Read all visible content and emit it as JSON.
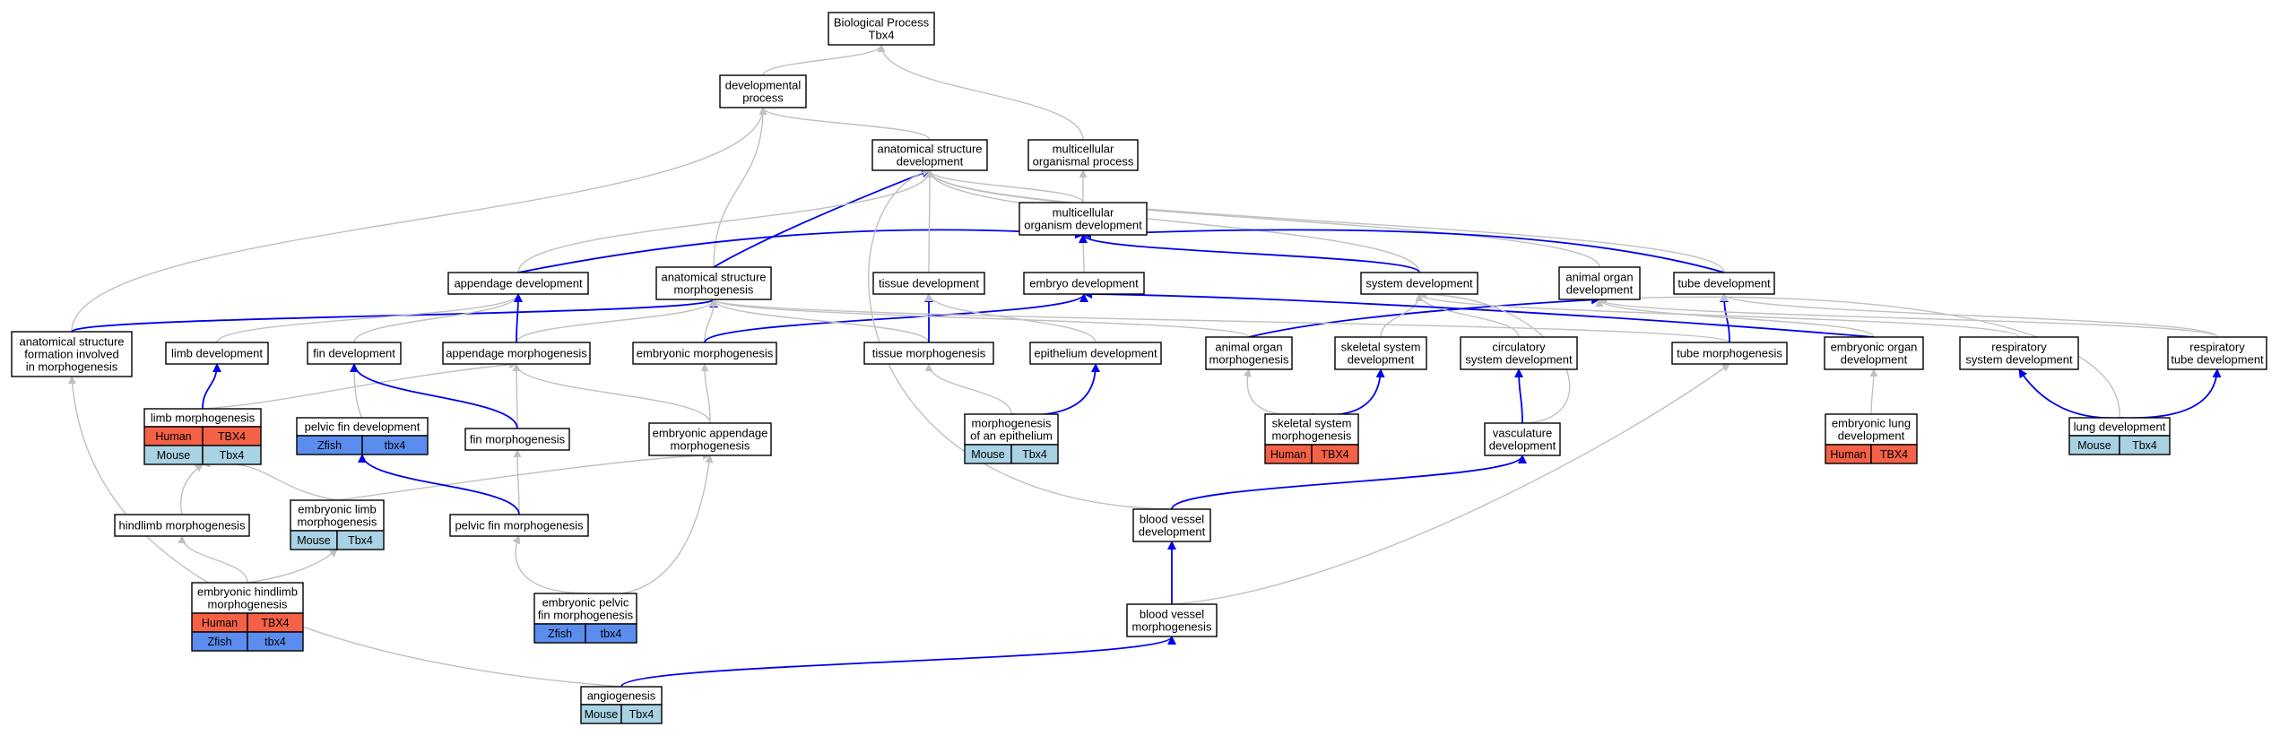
{
  "colors": {
    "box_stroke": "#000000",
    "is_a_edge": "#c0c0c0",
    "part_of_edge": "#0000ee",
    "human": "#f46146",
    "mouse": "#a9d3e4",
    "zfish": "#5b8def"
  },
  "nodes": [
    {
      "id": "bp",
      "lines": [
        "Biological Process",
        "Tbx4"
      ]
    },
    {
      "id": "dev_proc",
      "lines": [
        "developmental",
        "process"
      ]
    },
    {
      "id": "asd",
      "lines": [
        "anatomical structure",
        "development"
      ]
    },
    {
      "id": "mop",
      "lines": [
        "multicellular",
        "organismal process"
      ]
    },
    {
      "id": "mod",
      "lines": [
        "multicellular",
        "organism development"
      ]
    },
    {
      "id": "app_dev",
      "lines": [
        "appendage development"
      ]
    },
    {
      "id": "asm",
      "lines": [
        "anatomical structure",
        "morphogenesis"
      ]
    },
    {
      "id": "tis_dev",
      "lines": [
        "tissue development"
      ]
    },
    {
      "id": "emb_dev",
      "lines": [
        "embryo development"
      ]
    },
    {
      "id": "sys_dev",
      "lines": [
        "system development"
      ]
    },
    {
      "id": "ao_dev",
      "lines": [
        "animal organ",
        "development"
      ]
    },
    {
      "id": "tube_dev",
      "lines": [
        "tube development"
      ]
    },
    {
      "id": "asf",
      "lines": [
        "anatomical structure",
        "formation involved",
        "in morphogenesis"
      ]
    },
    {
      "id": "limb_dev",
      "lines": [
        "limb development"
      ]
    },
    {
      "id": "fin_dev",
      "lines": [
        "fin development"
      ]
    },
    {
      "id": "app_morph",
      "lines": [
        "appendage morphogenesis"
      ]
    },
    {
      "id": "emb_morph",
      "lines": [
        "embryonic morphogenesis"
      ]
    },
    {
      "id": "tis_morph",
      "lines": [
        "tissue morphogenesis"
      ]
    },
    {
      "id": "epi_dev",
      "lines": [
        "epithelium development"
      ]
    },
    {
      "id": "ao_morph",
      "lines": [
        "animal organ",
        "morphogenesis"
      ]
    },
    {
      "id": "skel_dev",
      "lines": [
        "skeletal system",
        "development"
      ]
    },
    {
      "id": "circ_dev",
      "lines": [
        "circulatory",
        "system development"
      ]
    },
    {
      "id": "tube_morph",
      "lines": [
        "tube morphogenesis"
      ]
    },
    {
      "id": "eo_dev",
      "lines": [
        "embryonic organ",
        "development"
      ]
    },
    {
      "id": "resp_sys",
      "lines": [
        "respiratory",
        "system development"
      ]
    },
    {
      "id": "resp_tube",
      "lines": [
        "respiratory",
        "tube development"
      ]
    },
    {
      "id": "limb_morph",
      "lines": [
        "limb morphogenesis"
      ],
      "genes": [
        [
          "Human",
          "TBX4"
        ],
        [
          "Mouse",
          "Tbx4"
        ]
      ]
    },
    {
      "id": "pfin_dev",
      "lines": [
        "pelvic fin development"
      ],
      "genes": [
        [
          "Zfish",
          "tbx4"
        ]
      ]
    },
    {
      "id": "fin_morph",
      "lines": [
        "fin morphogenesis"
      ]
    },
    {
      "id": "eapp_morph",
      "lines": [
        "embryonic appendage",
        "morphogenesis"
      ]
    },
    {
      "id": "epi_morph",
      "lines": [
        "morphogenesis",
        "of an epithelium"
      ],
      "genes": [
        [
          "Mouse",
          "Tbx4"
        ]
      ]
    },
    {
      "id": "skel_morph",
      "lines": [
        "skeletal system",
        "morphogenesis"
      ],
      "genes": [
        [
          "Human",
          "TBX4"
        ]
      ]
    },
    {
      "id": "vasc_dev",
      "lines": [
        "vasculature",
        "development"
      ]
    },
    {
      "id": "elung_dev",
      "lines": [
        "embryonic lung",
        "development"
      ],
      "genes": [
        [
          "Human",
          "TBX4"
        ]
      ]
    },
    {
      "id": "lung_dev",
      "lines": [
        "lung development"
      ],
      "genes": [
        [
          "Mouse",
          "Tbx4"
        ]
      ]
    },
    {
      "id": "hl_morph",
      "lines": [
        "hindlimb morphogenesis"
      ]
    },
    {
      "id": "elimb_morph",
      "lines": [
        "embryonic limb",
        "morphogenesis"
      ],
      "genes": [
        [
          "Mouse",
          "Tbx4"
        ]
      ]
    },
    {
      "id": "pfin_morph",
      "lines": [
        "pelvic fin morphogenesis"
      ]
    },
    {
      "id": "bv_dev",
      "lines": [
        "blood vessel",
        "development"
      ]
    },
    {
      "id": "ehl_morph",
      "lines": [
        "embryonic hindlimb",
        "morphogenesis"
      ],
      "genes": [
        [
          "Human",
          "TBX4"
        ],
        [
          "Zfish",
          "tbx4"
        ]
      ]
    },
    {
      "id": "epfin_morph",
      "lines": [
        "embryonic pelvic",
        "fin morphogenesis"
      ],
      "genes": [
        [
          "Zfish",
          "tbx4"
        ]
      ]
    },
    {
      "id": "bv_morph",
      "lines": [
        "blood vessel",
        "morphogenesis"
      ]
    },
    {
      "id": "angio",
      "lines": [
        "angiogenesis"
      ],
      "genes": [
        [
          "Mouse",
          "Tbx4"
        ]
      ]
    }
  ],
  "edges": [
    {
      "from": "dev_proc",
      "to": "bp",
      "type": "is_a"
    },
    {
      "from": "mop",
      "to": "bp",
      "type": "is_a"
    },
    {
      "from": "asd",
      "to": "dev_proc",
      "type": "is_a"
    },
    {
      "from": "mod",
      "to": "mop",
      "type": "is_a"
    },
    {
      "from": "mod",
      "to": "asd",
      "type": "is_a"
    },
    {
      "from": "asm",
      "to": "dev_proc",
      "type": "is_a"
    },
    {
      "from": "asm",
      "to": "asd",
      "type": "part_of"
    },
    {
      "from": "asf",
      "to": "dev_proc",
      "type": "is_a"
    },
    {
      "from": "asf",
      "to": "asm",
      "type": "part_of"
    },
    {
      "from": "app_dev",
      "to": "asd",
      "type": "is_a"
    },
    {
      "from": "app_dev",
      "to": "mod",
      "type": "part_of"
    },
    {
      "from": "tis_dev",
      "to": "asd",
      "type": "is_a"
    },
    {
      "from": "emb_dev",
      "to": "mod",
      "type": "is_a"
    },
    {
      "from": "sys_dev",
      "to": "asd",
      "type": "is_a"
    },
    {
      "from": "sys_dev",
      "to": "mod",
      "type": "part_of"
    },
    {
      "from": "ao_dev",
      "to": "asd",
      "type": "is_a"
    },
    {
      "from": "tube_dev",
      "to": "asd",
      "type": "is_a"
    },
    {
      "from": "tube_dev",
      "to": "mod",
      "type": "part_of"
    },
    {
      "from": "limb_dev",
      "to": "app_dev",
      "type": "is_a"
    },
    {
      "from": "fin_dev",
      "to": "app_dev",
      "type": "is_a"
    },
    {
      "from": "app_morph",
      "to": "asm",
      "type": "is_a"
    },
    {
      "from": "app_morph",
      "to": "app_dev",
      "type": "part_of"
    },
    {
      "from": "emb_morph",
      "to": "asm",
      "type": "is_a"
    },
    {
      "from": "emb_morph",
      "to": "emb_dev",
      "type": "part_of"
    },
    {
      "from": "tis_morph",
      "to": "asm",
      "type": "is_a"
    },
    {
      "from": "tis_morph",
      "to": "tis_dev",
      "type": "part_of"
    },
    {
      "from": "epi_dev",
      "to": "tis_dev",
      "type": "is_a"
    },
    {
      "from": "ao_morph",
      "to": "asm",
      "type": "is_a"
    },
    {
      "from": "ao_morph",
      "to": "ao_dev",
      "type": "part_of"
    },
    {
      "from": "skel_dev",
      "to": "sys_dev",
      "type": "is_a"
    },
    {
      "from": "circ_dev",
      "to": "sys_dev",
      "type": "is_a"
    },
    {
      "from": "tube_morph",
      "to": "asm",
      "type": "is_a"
    },
    {
      "from": "tube_morph",
      "to": "tube_dev",
      "type": "part_of"
    },
    {
      "from": "eo_dev",
      "to": "ao_dev",
      "type": "is_a"
    },
    {
      "from": "eo_dev",
      "to": "emb_dev",
      "type": "part_of"
    },
    {
      "from": "resp_sys",
      "to": "sys_dev",
      "type": "is_a"
    },
    {
      "from": "resp_tube",
      "to": "tube_dev",
      "type": "is_a"
    },
    {
      "from": "resp_tube",
      "to": "ao_dev",
      "type": "is_a"
    },
    {
      "from": "limb_morph",
      "to": "app_morph",
      "type": "is_a"
    },
    {
      "from": "limb_morph",
      "to": "limb_dev",
      "type": "part_of"
    },
    {
      "from": "pfin_dev",
      "to": "fin_dev",
      "type": "is_a"
    },
    {
      "from": "fin_morph",
      "to": "app_morph",
      "type": "is_a"
    },
    {
      "from": "fin_morph",
      "to": "fin_dev",
      "type": "part_of"
    },
    {
      "from": "eapp_morph",
      "to": "app_morph",
      "type": "is_a"
    },
    {
      "from": "eapp_morph",
      "to": "emb_morph",
      "type": "is_a"
    },
    {
      "from": "epi_morph",
      "to": "tis_morph",
      "type": "is_a"
    },
    {
      "from": "epi_morph",
      "to": "epi_dev",
      "type": "part_of"
    },
    {
      "from": "skel_morph",
      "to": "ao_morph",
      "type": "is_a"
    },
    {
      "from": "skel_morph",
      "to": "skel_dev",
      "type": "part_of"
    },
    {
      "from": "vasc_dev",
      "to": "circ_dev",
      "type": "part_of"
    },
    {
      "from": "vasc_dev",
      "to": "sys_dev",
      "type": "is_a"
    },
    {
      "from": "elung_dev",
      "to": "eo_dev",
      "type": "is_a"
    },
    {
      "from": "lung_dev",
      "to": "resp_sys",
      "type": "part_of"
    },
    {
      "from": "lung_dev",
      "to": "resp_tube",
      "type": "part_of"
    },
    {
      "from": "lung_dev",
      "to": "ao_dev",
      "type": "is_a"
    },
    {
      "from": "hl_morph",
      "to": "limb_morph",
      "type": "is_a"
    },
    {
      "from": "elimb_morph",
      "to": "eapp_morph",
      "type": "is_a"
    },
    {
      "from": "elimb_morph",
      "to": "limb_morph",
      "type": "is_a"
    },
    {
      "from": "pfin_morph",
      "to": "fin_morph",
      "type": "is_a"
    },
    {
      "from": "pfin_morph",
      "to": "pfin_dev",
      "type": "part_of"
    },
    {
      "from": "bv_dev",
      "to": "asd",
      "type": "is_a"
    },
    {
      "from": "bv_dev",
      "to": "vasc_dev",
      "type": "part_of"
    },
    {
      "from": "ehl_morph",
      "to": "hl_morph",
      "type": "is_a"
    },
    {
      "from": "ehl_morph",
      "to": "elimb_morph",
      "type": "is_a"
    },
    {
      "from": "epfin_morph",
      "to": "pfin_morph",
      "type": "is_a"
    },
    {
      "from": "epfin_morph",
      "to": "eapp_morph",
      "type": "is_a"
    },
    {
      "from": "bv_morph",
      "to": "bv_dev",
      "type": "part_of"
    },
    {
      "from": "bv_morph",
      "to": "tube_morph",
      "type": "is_a"
    },
    {
      "from": "angio",
      "to": "bv_morph",
      "type": "part_of"
    },
    {
      "from": "angio",
      "to": "asf",
      "type": "is_a"
    }
  ]
}
